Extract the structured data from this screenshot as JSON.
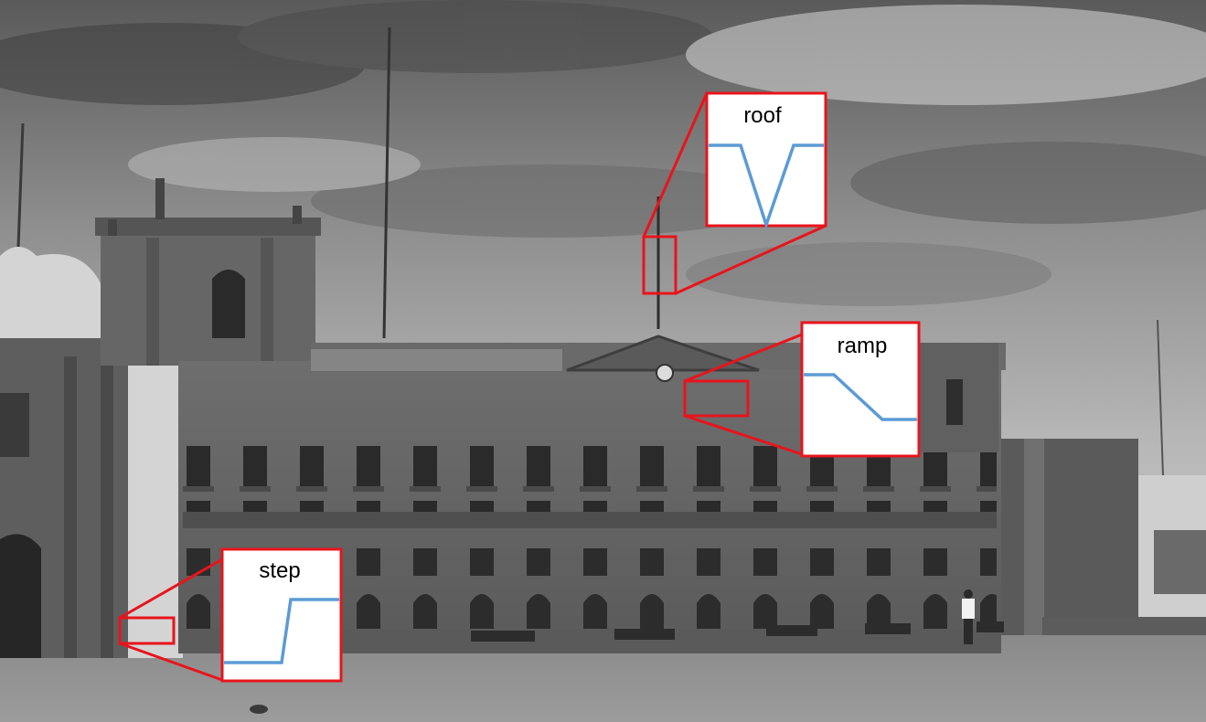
{
  "colors": {
    "highlight": "#e8141c",
    "profile": "#5b9bd5",
    "inset_bg": "#ffffff"
  },
  "annotations": {
    "roof": {
      "label": "roof",
      "profile": [
        1,
        1,
        0,
        1,
        1
      ]
    },
    "ramp": {
      "label": "ramp",
      "profile": [
        1,
        1,
        0,
        0
      ]
    },
    "step": {
      "label": "step",
      "profile": [
        0,
        0,
        1,
        1
      ]
    }
  }
}
